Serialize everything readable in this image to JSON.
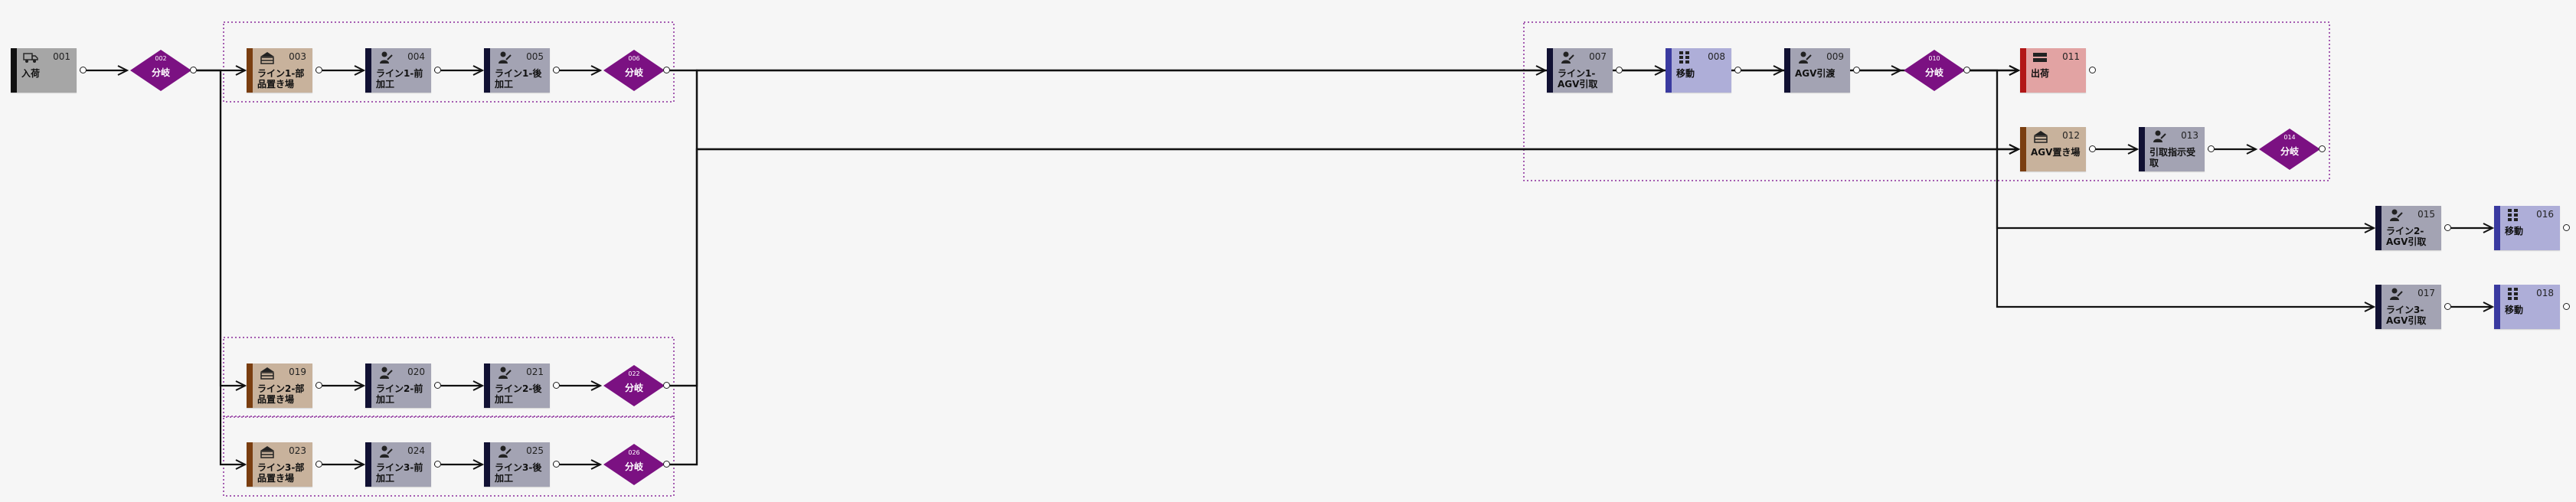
{
  "nodes": [
    {
      "id": "001",
      "label": "入荷",
      "type": "box",
      "icon": "truck-icon"
    },
    {
      "id": "002",
      "label": "分岐",
      "type": "branch"
    },
    {
      "id": "003",
      "label": "ライン1-部品置き場",
      "type": "part",
      "icon": "shelf-icon"
    },
    {
      "id": "004",
      "label": "ライン1-前加工",
      "type": "work",
      "icon": "worker-icon"
    },
    {
      "id": "005",
      "label": "ライン1-後加工",
      "type": "work",
      "icon": "worker-icon"
    },
    {
      "id": "006",
      "label": "分岐",
      "type": "branch"
    },
    {
      "id": "007",
      "label": "ライン1-AGV引取",
      "type": "work",
      "icon": "worker-icon"
    },
    {
      "id": "008",
      "label": "移動",
      "type": "move",
      "icon": "move-icon"
    },
    {
      "id": "009",
      "label": "AGV引渡",
      "type": "work",
      "icon": "worker-icon"
    },
    {
      "id": "010",
      "label": "分岐",
      "type": "branch"
    },
    {
      "id": "011",
      "label": "出荷",
      "type": "ship",
      "icon": "ship-icon"
    },
    {
      "id": "012",
      "label": "AGV置き場",
      "type": "part",
      "icon": "shelf-icon"
    },
    {
      "id": "013",
      "label": "引取指示受取",
      "type": "work",
      "icon": "worker-icon"
    },
    {
      "id": "014",
      "label": "分岐",
      "type": "branch"
    },
    {
      "id": "015",
      "label": "ライン2-AGV引取",
      "type": "work",
      "icon": "worker-icon"
    },
    {
      "id": "016",
      "label": "移動",
      "type": "move",
      "icon": "move-icon"
    },
    {
      "id": "017",
      "label": "ライン3-AGV引取",
      "type": "work",
      "icon": "worker-icon"
    },
    {
      "id": "018",
      "label": "移動",
      "type": "move",
      "icon": "move-icon"
    },
    {
      "id": "019",
      "label": "ライン2-部品置き場",
      "type": "part",
      "icon": "shelf-icon"
    },
    {
      "id": "020",
      "label": "ライン2-前加工",
      "type": "work",
      "icon": "worker-icon"
    },
    {
      "id": "021",
      "label": "ライン2-後加工",
      "type": "work",
      "icon": "worker-icon"
    },
    {
      "id": "022",
      "label": "分岐",
      "type": "branch"
    },
    {
      "id": "023",
      "label": "ライン3-部品置き場",
      "type": "part",
      "icon": "shelf-icon"
    },
    {
      "id": "024",
      "label": "ライン3-前加工",
      "type": "work",
      "icon": "worker-icon"
    },
    {
      "id": "025",
      "label": "ライン3-後加工",
      "type": "work",
      "icon": "worker-icon"
    },
    {
      "id": "026",
      "label": "分岐",
      "type": "branch"
    }
  ],
  "edges": [
    [
      "001",
      "002"
    ],
    [
      "002",
      "003"
    ],
    [
      "002",
      "019"
    ],
    [
      "002",
      "023"
    ],
    [
      "003",
      "004"
    ],
    [
      "004",
      "005"
    ],
    [
      "005",
      "006"
    ],
    [
      "006",
      "007"
    ],
    [
      "006",
      "012"
    ],
    [
      "007",
      "008"
    ],
    [
      "008",
      "009"
    ],
    [
      "009",
      "010"
    ],
    [
      "010",
      "011"
    ],
    [
      "010",
      "015"
    ],
    [
      "010",
      "017"
    ],
    [
      "012",
      "013"
    ],
    [
      "013",
      "014"
    ],
    [
      "015",
      "016"
    ],
    [
      "017",
      "018"
    ],
    [
      "019",
      "020"
    ],
    [
      "020",
      "021"
    ],
    [
      "021",
      "022"
    ],
    [
      "022",
      "011"
    ],
    [
      "022",
      "012"
    ],
    [
      "023",
      "024"
    ],
    [
      "024",
      "025"
    ],
    [
      "025",
      "026"
    ],
    [
      "026",
      "011"
    ],
    [
      "026",
      "012"
    ]
  ],
  "colors": {
    "branch": "#7b1182",
    "line": "#111111",
    "group_outline": "#8a2a9a"
  }
}
